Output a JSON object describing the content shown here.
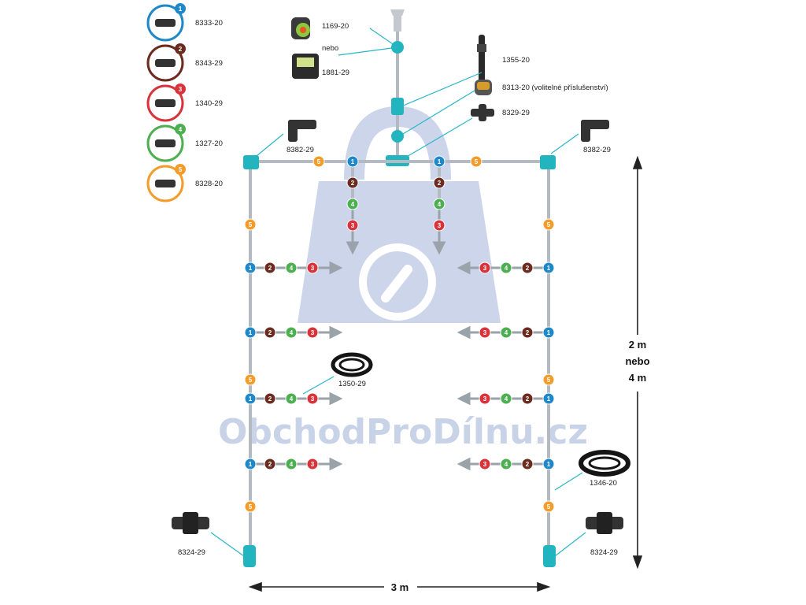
{
  "legend": [
    {
      "num": "1",
      "code": "8333-20",
      "color": "#1e88c8"
    },
    {
      "num": "2",
      "code": "8343-29",
      "color": "#6b2b1f"
    },
    {
      "num": "3",
      "code": "1340-29",
      "color": "#d8333a"
    },
    {
      "num": "4",
      "code": "1327-20",
      "color": "#4caf50"
    },
    {
      "num": "5",
      "code": "8328-20",
      "color": "#f39c2a"
    }
  ],
  "labels": {
    "timer1": "1169-20",
    "nebo_small": "nebo",
    "timer2": "1881-29",
    "reducer": "1355-20",
    "filter": "8313-20 (volitelné příslušenství)",
    "tpiece": "8329-29",
    "elbow_left": "8382-29",
    "elbow_right": "8382-29",
    "hose_small": "1350-29",
    "hose_big": "1346-20",
    "end_left": "8324-29",
    "end_right": "8324-29"
  },
  "dimensions": {
    "width": "3 m",
    "height_line1": "2 m",
    "height_line2": "nebo",
    "height_line3": "4 m"
  },
  "watermark": "ObchodProDílnu.cz",
  "colors": {
    "pipe": "#b3bac2",
    "fitting": "#22b5c0",
    "watermark": "#c9d3e8"
  }
}
